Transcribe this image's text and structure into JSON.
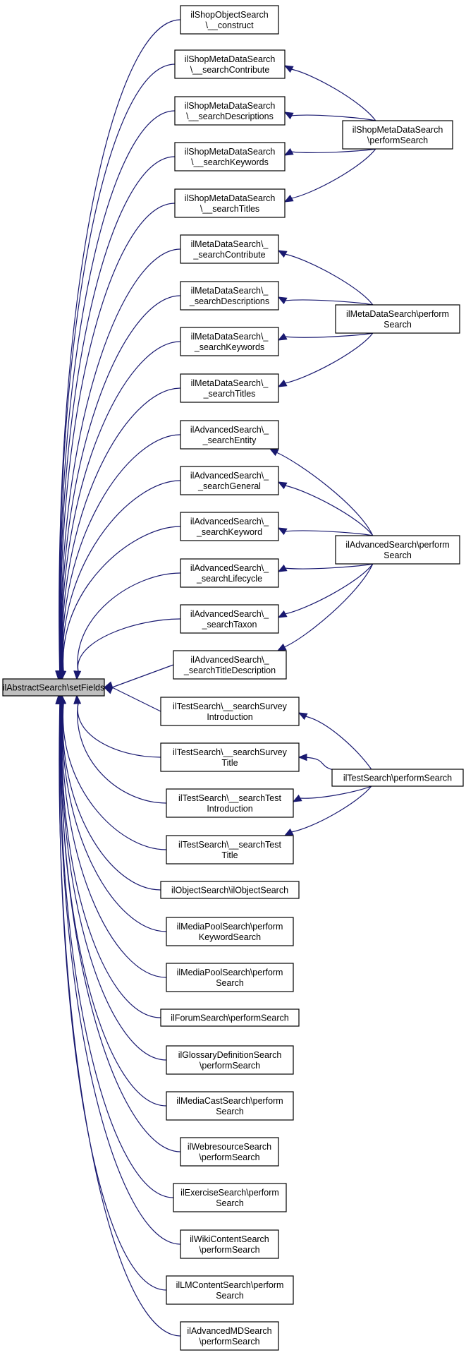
{
  "root": {
    "id": "root",
    "lines": [
      "ilAbstractSearch\\setFields"
    ]
  },
  "callers": [
    {
      "id": "shop_construct",
      "lines": [
        "ilShopObjectSearch",
        "\\__construct"
      ]
    },
    {
      "id": "shopmeta_contribute",
      "lines": [
        "ilShopMetaDataSearch",
        "\\__searchContribute"
      ]
    },
    {
      "id": "shopmeta_descriptions",
      "lines": [
        "ilShopMetaDataSearch",
        "\\__searchDescriptions"
      ]
    },
    {
      "id": "shopmeta_keywords",
      "lines": [
        "ilShopMetaDataSearch",
        "\\__searchKeywords"
      ]
    },
    {
      "id": "shopmeta_titles",
      "lines": [
        "ilShopMetaDataSearch",
        "\\__searchTitles"
      ]
    },
    {
      "id": "meta_contribute",
      "lines": [
        "ilMetaDataSearch\\_",
        "_searchContribute"
      ]
    },
    {
      "id": "meta_descriptions",
      "lines": [
        "ilMetaDataSearch\\_",
        "_searchDescriptions"
      ]
    },
    {
      "id": "meta_keywords",
      "lines": [
        "ilMetaDataSearch\\_",
        "_searchKeywords"
      ]
    },
    {
      "id": "meta_titles",
      "lines": [
        "ilMetaDataSearch\\_",
        "_searchTitles"
      ]
    },
    {
      "id": "adv_entity",
      "lines": [
        "ilAdvancedSearch\\_",
        "_searchEntity"
      ]
    },
    {
      "id": "adv_general",
      "lines": [
        "ilAdvancedSearch\\_",
        "_searchGeneral"
      ]
    },
    {
      "id": "adv_keyword",
      "lines": [
        "ilAdvancedSearch\\_",
        "_searchKeyword"
      ]
    },
    {
      "id": "adv_lifecycle",
      "lines": [
        "ilAdvancedSearch\\_",
        "_searchLifecycle"
      ]
    },
    {
      "id": "adv_taxon",
      "lines": [
        "ilAdvancedSearch\\_",
        "_searchTaxon"
      ]
    },
    {
      "id": "adv_titledesc",
      "lines": [
        "ilAdvancedSearch\\_",
        "_searchTitleDescription"
      ]
    },
    {
      "id": "test_survey_intro",
      "lines": [
        "ilTestSearch\\__searchSurvey",
        "Introduction"
      ]
    },
    {
      "id": "test_survey_title",
      "lines": [
        "ilTestSearch\\__searchSurvey",
        "Title"
      ]
    },
    {
      "id": "test_test_intro",
      "lines": [
        "ilTestSearch\\__searchTest",
        "Introduction"
      ]
    },
    {
      "id": "test_test_title",
      "lines": [
        "ilTestSearch\\__searchTest",
        "Title"
      ]
    },
    {
      "id": "object_search",
      "lines": [
        "ilObjectSearch\\ilObjectSearch"
      ]
    },
    {
      "id": "mediapool_keyword",
      "lines": [
        "ilMediaPoolSearch\\perform",
        "KeywordSearch"
      ]
    },
    {
      "id": "mediapool_search",
      "lines": [
        "ilMediaPoolSearch\\perform",
        "Search"
      ]
    },
    {
      "id": "forum_search",
      "lines": [
        "ilForumSearch\\performSearch"
      ]
    },
    {
      "id": "glossary_search",
      "lines": [
        "ilGlossaryDefinitionSearch",
        "\\performSearch"
      ]
    },
    {
      "id": "mediacast_search",
      "lines": [
        "ilMediaCastSearch\\perform",
        "Search"
      ]
    },
    {
      "id": "webresource_search",
      "lines": [
        "ilWebresourceSearch",
        "\\performSearch"
      ]
    },
    {
      "id": "exercise_search",
      "lines": [
        "ilExerciseSearch\\perform",
        "Search"
      ]
    },
    {
      "id": "wiki_search",
      "lines": [
        "ilWikiContentSearch",
        "\\performSearch"
      ]
    },
    {
      "id": "lm_search",
      "lines": [
        "ilLMContentSearch\\perform",
        "Search"
      ]
    },
    {
      "id": "advmd_search",
      "lines": [
        "ilAdvancedMDSearch",
        "\\performSearch"
      ]
    }
  ],
  "performers": [
    {
      "id": "shopmeta_perform",
      "lines": [
        "ilShopMetaDataSearch",
        "\\performSearch"
      ]
    },
    {
      "id": "meta_perform",
      "lines": [
        "ilMetaDataSearch\\perform",
        "Search"
      ]
    },
    {
      "id": "adv_perform",
      "lines": [
        "ilAdvancedSearch\\perform",
        "Search"
      ]
    },
    {
      "id": "test_perform",
      "lines": [
        "ilTestSearch\\performSearch"
      ]
    }
  ],
  "edges": [
    {
      "from": "shop_construct",
      "to": "root"
    },
    {
      "from": "shopmeta_contribute",
      "to": "root"
    },
    {
      "from": "shopmeta_descriptions",
      "to": "root"
    },
    {
      "from": "shopmeta_keywords",
      "to": "root"
    },
    {
      "from": "shopmeta_titles",
      "to": "root"
    },
    {
      "from": "meta_contribute",
      "to": "root"
    },
    {
      "from": "meta_descriptions",
      "to": "root"
    },
    {
      "from": "meta_keywords",
      "to": "root"
    },
    {
      "from": "meta_titles",
      "to": "root"
    },
    {
      "from": "adv_entity",
      "to": "root"
    },
    {
      "from": "adv_general",
      "to": "root"
    },
    {
      "from": "adv_keyword",
      "to": "root"
    },
    {
      "from": "adv_lifecycle",
      "to": "root"
    },
    {
      "from": "adv_taxon",
      "to": "root"
    },
    {
      "from": "adv_titledesc",
      "to": "root"
    },
    {
      "from": "test_survey_intro",
      "to": "root"
    },
    {
      "from": "test_survey_title",
      "to": "root"
    },
    {
      "from": "test_test_intro",
      "to": "root"
    },
    {
      "from": "test_test_title",
      "to": "root"
    },
    {
      "from": "object_search",
      "to": "root"
    },
    {
      "from": "mediapool_keyword",
      "to": "root"
    },
    {
      "from": "mediapool_search",
      "to": "root"
    },
    {
      "from": "forum_search",
      "to": "root"
    },
    {
      "from": "glossary_search",
      "to": "root"
    },
    {
      "from": "mediacast_search",
      "to": "root"
    },
    {
      "from": "webresource_search",
      "to": "root"
    },
    {
      "from": "exercise_search",
      "to": "root"
    },
    {
      "from": "wiki_search",
      "to": "root"
    },
    {
      "from": "lm_search",
      "to": "root"
    },
    {
      "from": "advmd_search",
      "to": "root"
    },
    {
      "from": "shopmeta_perform",
      "to": "shopmeta_contribute"
    },
    {
      "from": "shopmeta_perform",
      "to": "shopmeta_descriptions"
    },
    {
      "from": "shopmeta_perform",
      "to": "shopmeta_keywords"
    },
    {
      "from": "shopmeta_perform",
      "to": "shopmeta_titles"
    },
    {
      "from": "meta_perform",
      "to": "meta_contribute"
    },
    {
      "from": "meta_perform",
      "to": "meta_descriptions"
    },
    {
      "from": "meta_perform",
      "to": "meta_keywords"
    },
    {
      "from": "meta_perform",
      "to": "meta_titles"
    },
    {
      "from": "adv_perform",
      "to": "adv_entity"
    },
    {
      "from": "adv_perform",
      "to": "adv_general"
    },
    {
      "from": "adv_perform",
      "to": "adv_keyword"
    },
    {
      "from": "adv_perform",
      "to": "adv_lifecycle"
    },
    {
      "from": "adv_perform",
      "to": "adv_taxon"
    },
    {
      "from": "adv_perform",
      "to": "adv_titledesc"
    },
    {
      "from": "test_perform",
      "to": "test_survey_intro"
    },
    {
      "from": "test_perform",
      "to": "test_survey_title"
    },
    {
      "from": "test_perform",
      "to": "test_test_intro"
    },
    {
      "from": "test_perform",
      "to": "test_test_title"
    }
  ]
}
